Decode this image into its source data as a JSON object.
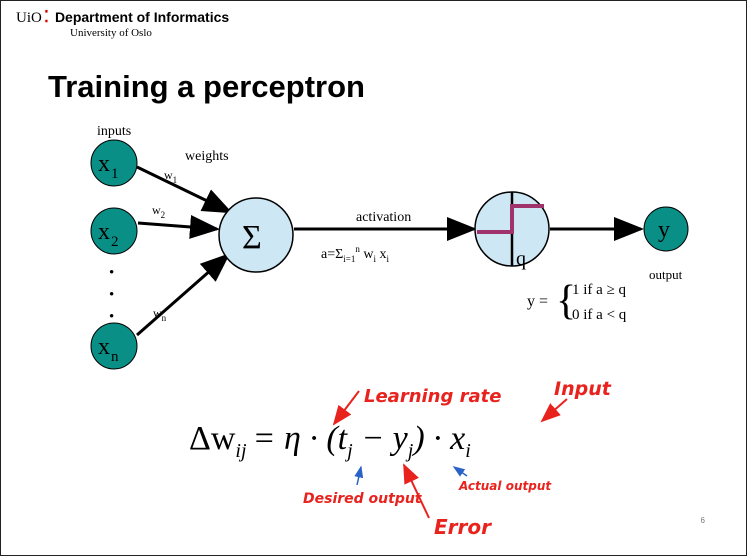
{
  "header": {
    "brand": "UiO",
    "department": "Department of Informatics",
    "university": "University of Oslo"
  },
  "title": "Training a perceptron",
  "diagram": {
    "inputs_label": "inputs",
    "weights_label": "weights",
    "inputs": [
      {
        "base": "x",
        "sub": "1"
      },
      {
        "base": "x",
        "sub": "2"
      },
      {
        "base": "x",
        "sub": "n"
      }
    ],
    "weights": [
      {
        "base": "w",
        "sub": "1"
      },
      {
        "base": "w",
        "sub": "2"
      },
      {
        "base": "w",
        "sub": "n"
      }
    ],
    "ellipsis": "•",
    "sum_symbol": "Σ",
    "activation_label": "activation",
    "activation_formula": {
      "a": "a=Σ",
      "i_eq_1": "i=1",
      "n": "n",
      "w": " w",
      "i1": "i",
      "x": " x",
      "i2": "i"
    },
    "threshold_symbol": "q",
    "output_symbol": "y",
    "output_label": "output",
    "rule": {
      "lhs": "y =",
      "case1": "1 if a ≥ q",
      "case2": "0 if a < q"
    }
  },
  "equation": {
    "delta": "Δw",
    "delta_sub": "ij",
    "eq": "= η · (t",
    "t_sub": "j",
    "minus": " − y",
    "y_sub": "j",
    "close": ") · x",
    "x_sub": "i"
  },
  "annotations": {
    "learning_rate": "Learning rate",
    "input": "Input",
    "desired_output": "Desired output",
    "actual_output": "Actual output",
    "error": "Error"
  },
  "colors": {
    "node_fill": "#0a8f86",
    "sum_fill": "#cde8f4",
    "step_color": "#a0336b",
    "annotation_red": "#e8231e",
    "annotation_blue": "#2a63c5"
  },
  "page_number": "6"
}
